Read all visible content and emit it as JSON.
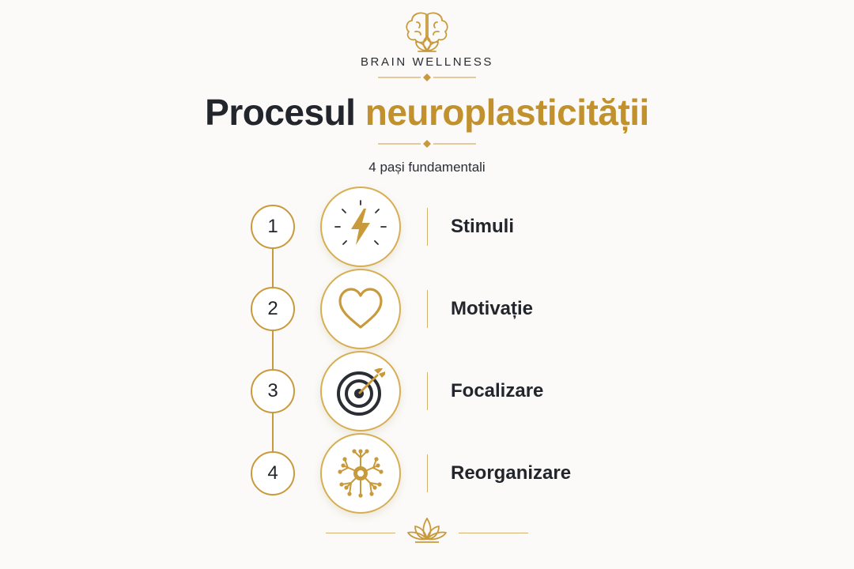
{
  "brand": {
    "name": "BRAIN WELLNESS",
    "logo_icon": "brain-lotus-icon"
  },
  "title": {
    "main": "Procesul",
    "accent": "neuroplasticității"
  },
  "subtitle": "4 pași fundamentali",
  "colors": {
    "gold": "#c99a3c",
    "accent_text": "#c1912e",
    "dark": "#22252c",
    "background": "#fbfaf8"
  },
  "steps": [
    {
      "number": "1",
      "label": "Stimuli",
      "icon": "lightning-bolt-icon"
    },
    {
      "number": "2",
      "label": "Motivație",
      "icon": "heart-icon"
    },
    {
      "number": "3",
      "label": "Focalizare",
      "icon": "target-arrow-icon"
    },
    {
      "number": "4",
      "label": "Reorganizare",
      "icon": "neuron-icon"
    }
  ],
  "footer": {
    "icon": "lotus-icon"
  }
}
